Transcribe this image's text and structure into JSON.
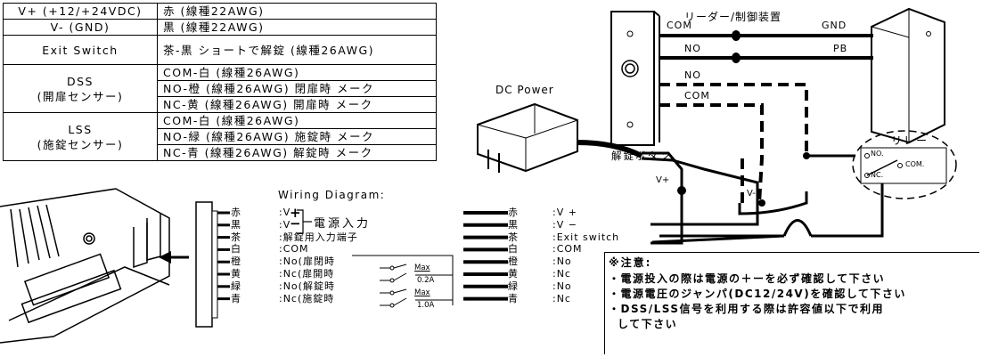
{
  "table": {
    "rows": [
      {
        "signal": "V+ (+12/+24VDC)",
        "color": "赤 (線種22AWG)"
      },
      {
        "signal": "V- (GND)",
        "color": "黒 (線種22AWG)"
      },
      {
        "signal": "Exit Switch",
        "color": "茶-黒 ショートで解錠 (線種26AWG)"
      },
      {
        "signal": "DSS\n(開扉センサー)",
        "lines": [
          "COM-白 (線種26AWG)",
          "NO-橙 (線種26AWG) 閉扉時 メーク",
          "NC-黄 (線種26AWG) 開扉時 メーク"
        ]
      },
      {
        "signal": "LSS\n(施錠センサー)",
        "lines": [
          "COM-白 (線種26AWG)",
          "NO-緑 (線種26AWG) 施錠時 メーク",
          "NC-青 (線種26AWG) 解錠時 メーク"
        ]
      }
    ],
    "dss_l1": "DSS",
    "dss_l2": "(開扉センサー)",
    "lss_l1": "LSS",
    "lss_l2": "(施錠センサー)"
  },
  "diagram": {
    "reader_label": "リーダー/制御装置",
    "dc_power": "DC Power",
    "unlock_button": "解錠ボタン",
    "relay": "リレー",
    "relay_no": "NO.",
    "relay_com": "COM.",
    "relay_nc": "NC.",
    "wire_com1": "COM",
    "wire_no1": "NO",
    "wire_no2": "NO",
    "wire_com2": "COM",
    "gnd": "GND",
    "pb": "PB",
    "vplus": "V+",
    "vminus": "V-"
  },
  "wiring": {
    "title": "Wiring Diagram:",
    "colors": [
      "赤",
      "黒",
      "茶",
      "白",
      "橙",
      "黄",
      "緑",
      "青"
    ],
    "desc": [
      ":V",
      ":V",
      ":解錠用入力端子",
      ":COM",
      ":No(扉閉時",
      ":Nc(扉開時",
      ":No(解錠時",
      ":Nc(施錠時"
    ],
    "power_label": "電源入力",
    "max1": "Max",
    "amp1": "0.2A",
    "max2": "Max",
    "amp2": "1.0A",
    "right_desc": [
      ":V +",
      ":V −",
      ":Exit switch",
      ":COM",
      ":No",
      ":Nc",
      ":No",
      ":Nc"
    ],
    "plus_sign": "+",
    "minus_sign": "−"
  },
  "notes": {
    "title": "※注意:",
    "lines": [
      "・電源投入の際は電源の＋ーを必ず確認して下さい",
      "・電源電圧のジャンパ(DC12/24V)を確認して下さい",
      "・DSS/LSS信号を利用する際は許容値以下で利用",
      "して下さい"
    ]
  }
}
